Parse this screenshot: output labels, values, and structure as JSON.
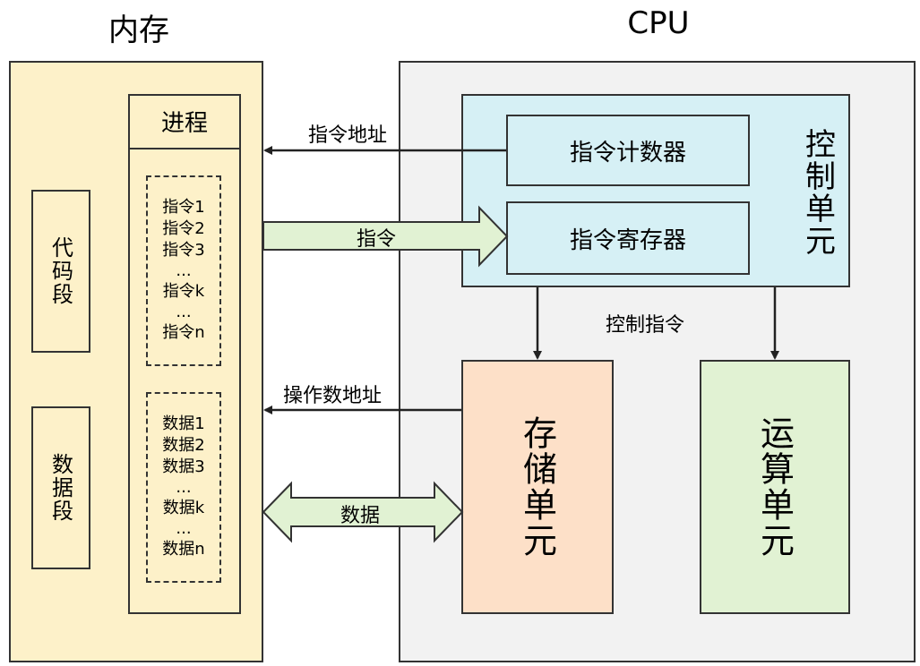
{
  "memory": {
    "title": "内存",
    "code_segment": "代码段",
    "data_segment": "数据段",
    "process": "进程",
    "instructions": [
      "指令1",
      "指令2",
      "指令3",
      "...",
      "指令k",
      "...",
      "指令n"
    ],
    "data_items": [
      "数据1",
      "数据2",
      "数据3",
      "...",
      "数据k",
      "...",
      "数据n"
    ]
  },
  "cpu": {
    "title": "CPU",
    "control_unit": "控制单元",
    "program_counter": "指令计数器",
    "instruction_register": "指令寄存器",
    "storage_unit": "存储单元",
    "alu": "运算单元",
    "control_signal_label": "控制指令"
  },
  "arrows": {
    "instruction_address": "指令地址",
    "instruction": "指令",
    "operand_address": "操作数地址",
    "data": "数据"
  },
  "colors": {
    "memory_bg": "#fdf1c9",
    "cpu_bg": "#f2f2f2",
    "control_bg": "#d6f0f5",
    "storage_bg": "#fde0c8",
    "alu_bg": "#e1f2d3",
    "arrow_fill": "#e1f2d3"
  }
}
